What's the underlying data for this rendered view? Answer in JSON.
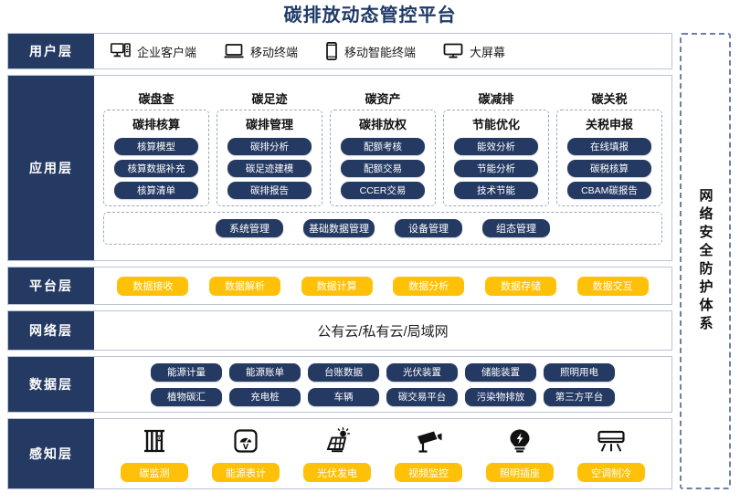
{
  "title": "碳排放动态管控平台",
  "security": {
    "label": "网络安全防护体系"
  },
  "layers": {
    "user": {
      "label": "用户层",
      "items": [
        {
          "icon": "desktop-tower-icon",
          "label": "企业客户端"
        },
        {
          "icon": "laptop-icon",
          "label": "移动终端"
        },
        {
          "icon": "smartphone-icon",
          "label": "移动智能终端"
        },
        {
          "icon": "monitor-icon",
          "label": "大屏幕"
        }
      ]
    },
    "application": {
      "label": "应用层",
      "groups": [
        {
          "title": "碳盘查",
          "subtitle": "碳排核算",
          "items": [
            "核算模型",
            "核算数据补充",
            "核算清单"
          ]
        },
        {
          "title": "碳足迹",
          "subtitle": "碳排管理",
          "items": [
            "碳排分析",
            "碳足迹建模",
            "碳排报告"
          ]
        },
        {
          "title": "碳资产",
          "subtitle": "碳排放权",
          "items": [
            "配额考核",
            "配额交易",
            "CCER交易"
          ]
        },
        {
          "title": "碳减排",
          "subtitle": "节能优化",
          "items": [
            "能效分析",
            "节能分析",
            "技术节能"
          ]
        },
        {
          "title": "碳关税",
          "subtitle": "关税申报",
          "items": [
            "在线填报",
            "碳税核算",
            "CBAM碳报告"
          ]
        }
      ],
      "management": [
        "系统管理",
        "基础数据管理",
        "设备管理",
        "组态管理"
      ]
    },
    "platform": {
      "label": "平台层",
      "items": [
        "数据接收",
        "数据解析",
        "数据计算",
        "数据分析",
        "数据存储",
        "数据交互"
      ]
    },
    "network": {
      "label": "网络层",
      "text": "公有云/私有云/局域网"
    },
    "data": {
      "label": "数据层",
      "row1": [
        "能源计量",
        "能源账单",
        "台账数据",
        "光伏装置",
        "储能装置",
        "照明用电"
      ],
      "row2": [
        "植物碳汇",
        "充电桩",
        "车辆",
        "碳交易平台",
        "污染物排放",
        "第三方平台"
      ]
    },
    "sense": {
      "label": "感知层",
      "items": [
        {
          "icon": "carbon-monitor-icon",
          "label": "碳监测"
        },
        {
          "icon": "energy-meter-icon",
          "label": "能源表计"
        },
        {
          "icon": "solar-panel-icon",
          "label": "光伏发电"
        },
        {
          "icon": "cctv-camera-icon",
          "label": "视频监控"
        },
        {
          "icon": "light-bulb-icon",
          "label": "照明插座"
        },
        {
          "icon": "air-conditioner-icon",
          "label": "空调制冷"
        }
      ]
    }
  },
  "colors": {
    "navy": "#253a63",
    "amber": "#FFC107",
    "title": "#1f3a68",
    "border": "#b9c4d6"
  }
}
